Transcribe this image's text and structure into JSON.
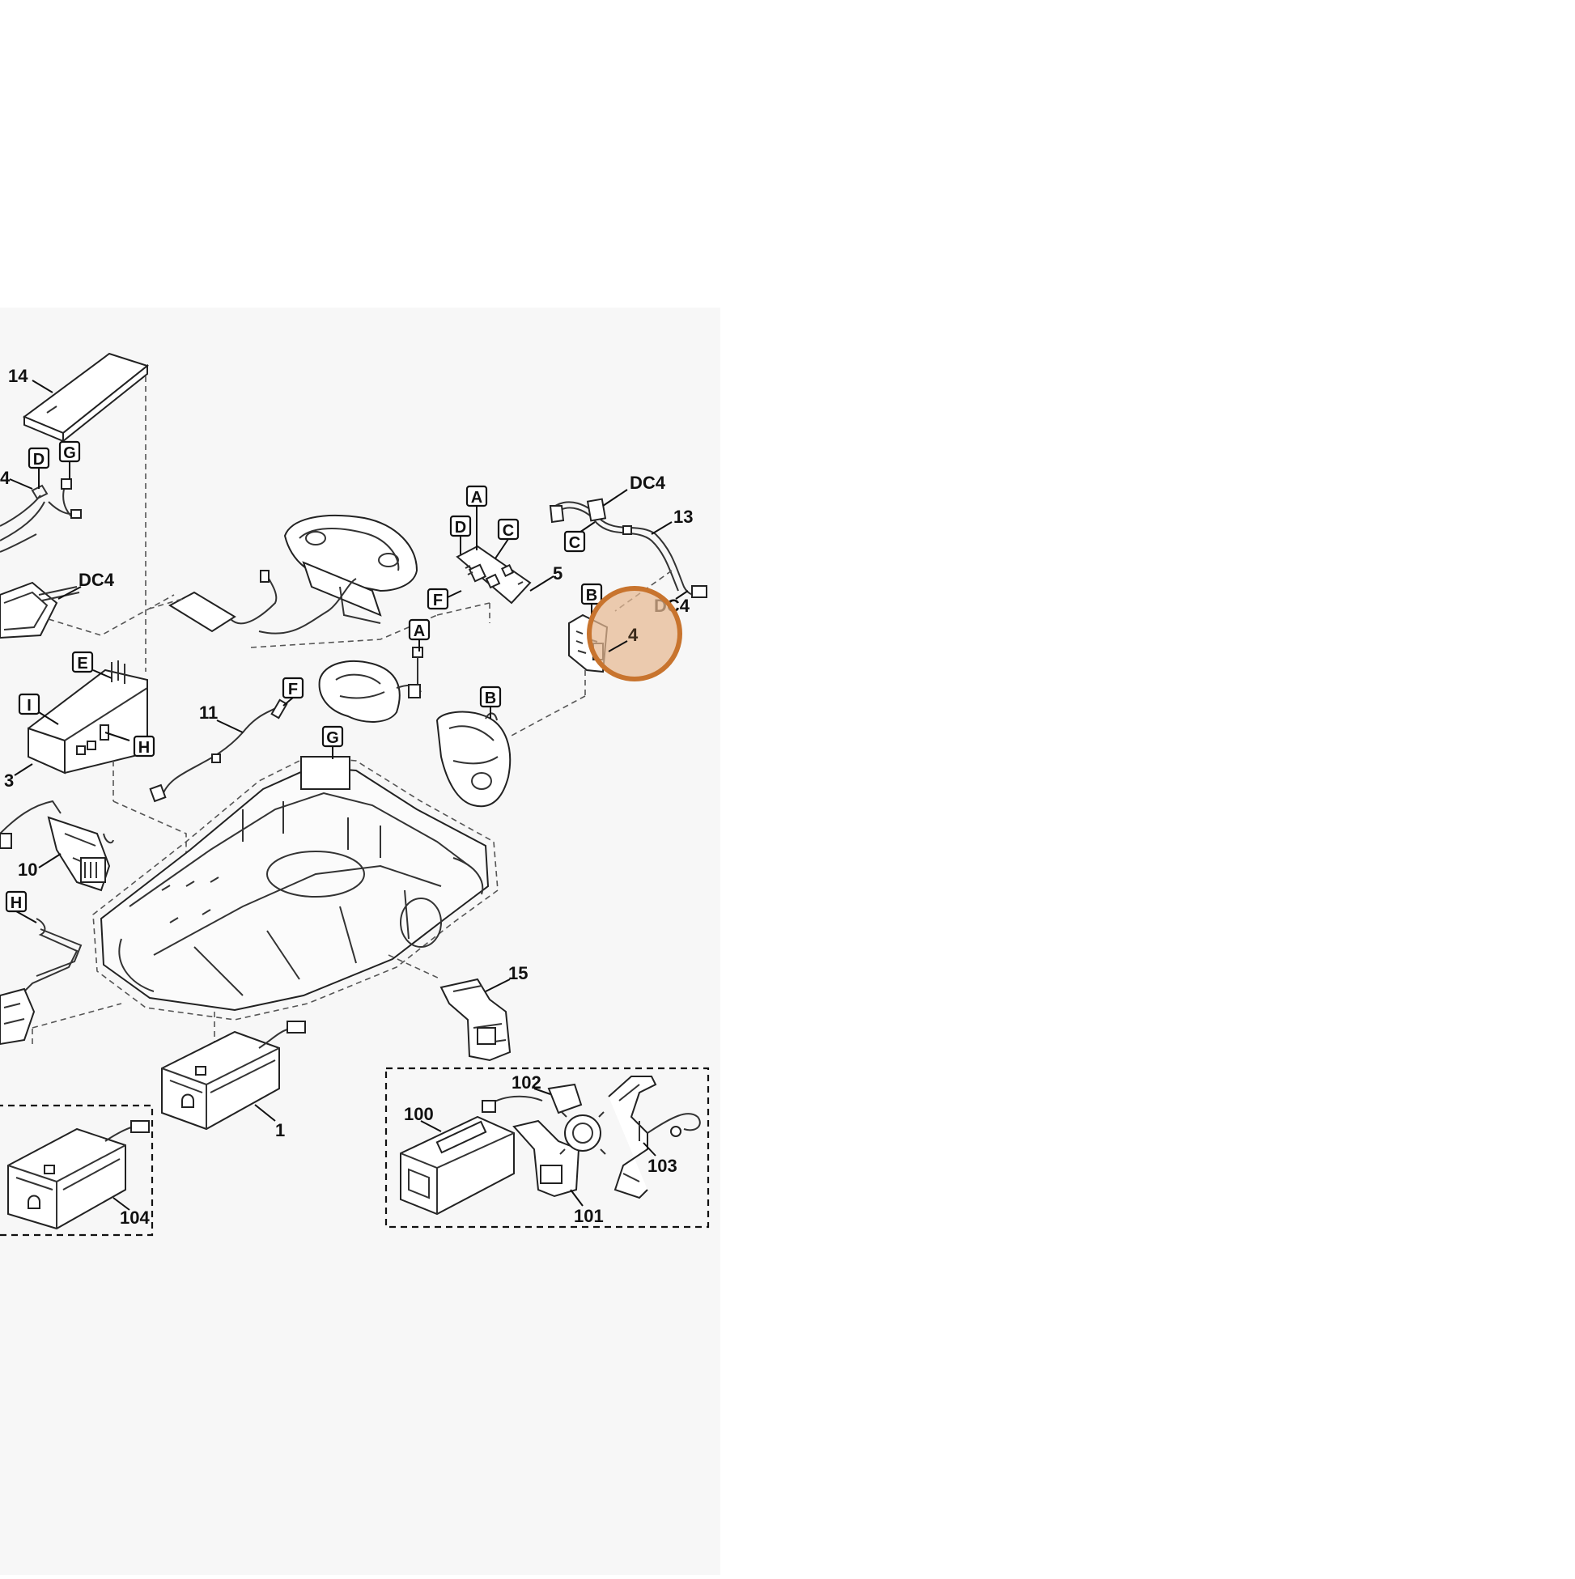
{
  "callouts": {
    "n14": "14",
    "n13": "13",
    "n11": "11",
    "n10": "10",
    "n5": "5",
    "n4": "4",
    "n3": "3",
    "n1": "1",
    "n15": "15",
    "n100": "100",
    "n101": "101",
    "n102": "102",
    "n103": "103",
    "n104": "104",
    "dc4_left_top": "4",
    "dc4_left": "DC4",
    "dc4_right_top": "DC4",
    "dc4_right": "DC4"
  },
  "connectors": {
    "D_left": "D",
    "G_left": "G",
    "E": "E",
    "I": "I",
    "H_mid": "H",
    "H_left": "H",
    "A_top": "A",
    "D_top": "D",
    "C_top": "C",
    "F_top": "F",
    "C_right": "C",
    "B_right": "B",
    "A_mid": "A",
    "F_mid": "F",
    "G_mid": "G",
    "B_mid": "B"
  },
  "highlight": {
    "label": "4",
    "fill_color": "#e6b892",
    "ring_color": "#c8742e"
  },
  "colors": {
    "background": "#f7f7f7",
    "line": "#222222"
  }
}
